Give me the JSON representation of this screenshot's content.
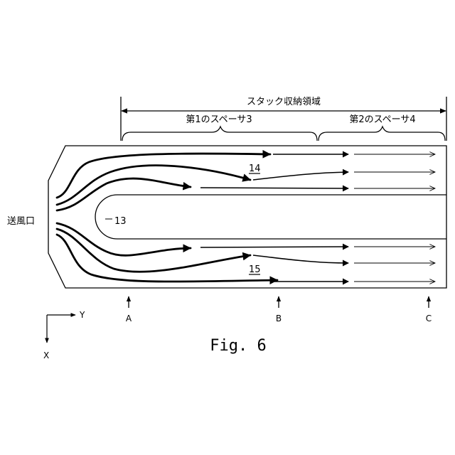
{
  "region_label": "スタック収納領域",
  "spacer1_label": "第1のスペーサ3",
  "spacer2_label": "第2のスペーサ4",
  "inlet_label": "送風口",
  "part_labels": {
    "p13": "13",
    "p14": "14",
    "p15": "15"
  },
  "section_labels": {
    "a": "A",
    "b": "B",
    "c": "C"
  },
  "axis_labels": {
    "y": "Y",
    "x": "X"
  },
  "figure_caption": "Fig. 6",
  "colors": {
    "line": "#000000",
    "background": "#ffffff"
  }
}
